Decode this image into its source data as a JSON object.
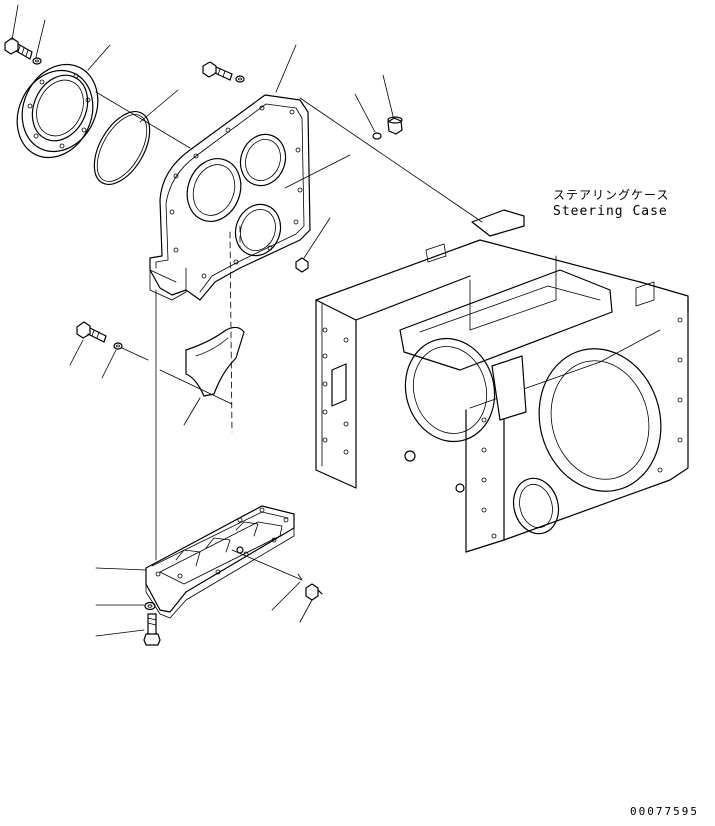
{
  "labels": {
    "steering_case_jp": "ステアリングケース",
    "steering_case_en": "Steering Case",
    "drawing_number": "00077595"
  }
}
